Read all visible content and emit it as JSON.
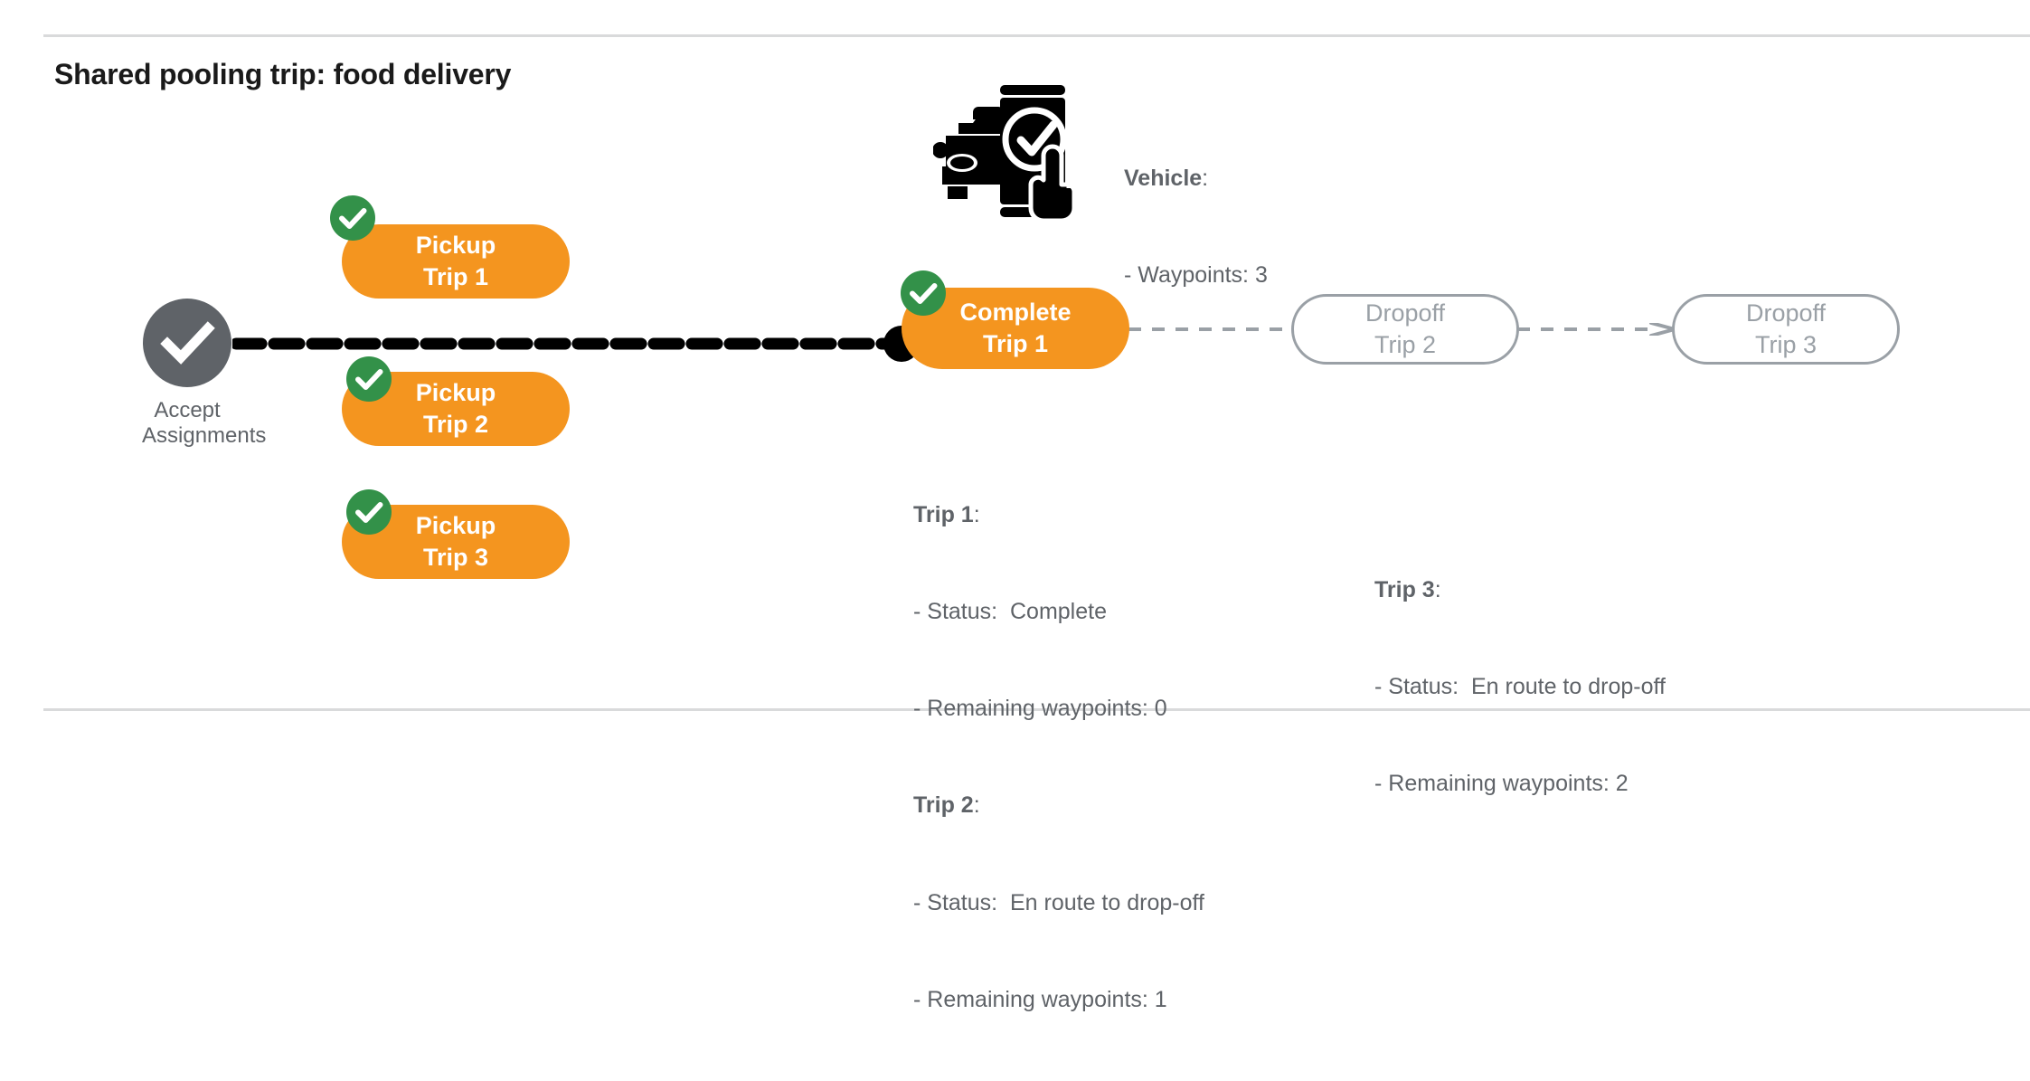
{
  "page": {
    "title": "Shared pooling trip: food delivery",
    "background": "#ffffff",
    "rule_color": "#d9dadb"
  },
  "colors": {
    "orange": "#F4951F",
    "green": "#339149",
    "gray": "#5f6368",
    "outline_gray": "#9aa0a6",
    "black": "#000000"
  },
  "flow": {
    "start_node": {
      "icon": "check-circle-icon",
      "label_line1": "Accept",
      "label_line2": "Assignments"
    },
    "pickups": [
      {
        "line1": "Pickup",
        "line2": "Trip 1",
        "completed": true
      },
      {
        "line1": "Pickup",
        "line2": "Trip 2",
        "completed": true
      },
      {
        "line1": "Pickup",
        "line2": "Trip 3",
        "completed": true
      }
    ],
    "complete_node": {
      "line1": "Complete",
      "line2": "Trip 1",
      "completed": true
    },
    "dropoffs": [
      {
        "line1": "Dropoff",
        "line2": "Trip 2",
        "completed": false
      },
      {
        "line1": "Dropoff",
        "line2": "Trip 3",
        "completed": false
      }
    ]
  },
  "notes": {
    "vehicle": {
      "heading": "Vehicle",
      "heading_suffix": ":",
      "lines": "- Waypoints: 3",
      "icon": "car-phone-check-icon"
    },
    "trip1": {
      "heading": "Trip 1",
      "heading_suffix": ":",
      "status_line": "- Status:  Complete",
      "waypoints_line": "- Remaining waypoints: 0"
    },
    "trip2": {
      "heading": "Trip 2",
      "heading_suffix": ":",
      "status_line": "- Status:  En route to drop-off",
      "waypoints_line": "- Remaining waypoints: 1"
    },
    "trip3": {
      "heading": "Trip 3",
      "heading_suffix": ":",
      "status_line": "- Status:  En route to drop-off",
      "waypoints_line": "- Remaining waypoints: 2"
    }
  }
}
